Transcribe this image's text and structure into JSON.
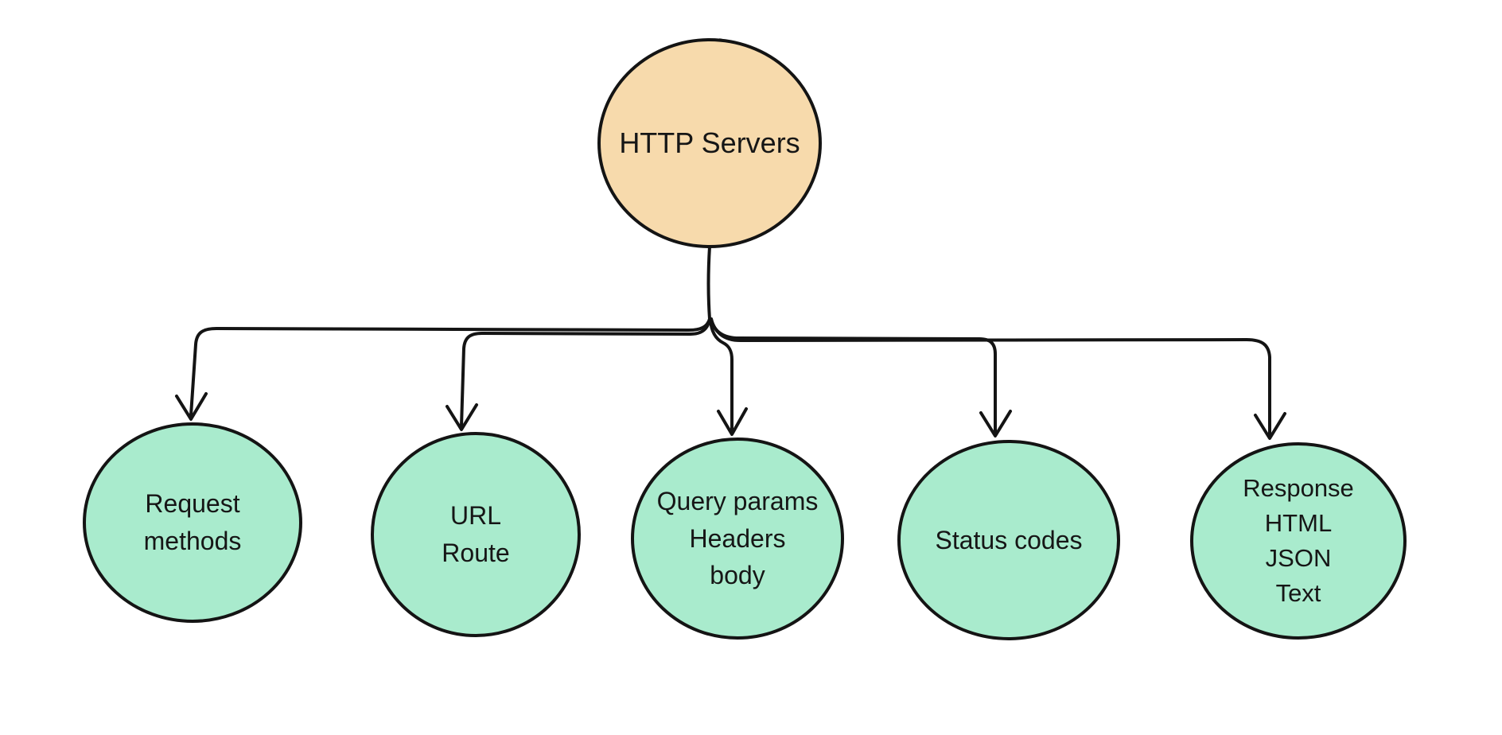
{
  "diagram": {
    "stroke_color": "#141414",
    "root": {
      "label": "HTTP Servers",
      "fill": "#f7daac"
    },
    "children": [
      {
        "name": "request-methods",
        "fill": "#a9ebcd",
        "lines": [
          "Request",
          "methods"
        ]
      },
      {
        "name": "url-route",
        "fill": "#a9ebcd",
        "lines": [
          "URL",
          "Route"
        ]
      },
      {
        "name": "query-params-headers-body",
        "fill": "#a9ebcd",
        "lines": [
          "Query params",
          "Headers",
          "body"
        ]
      },
      {
        "name": "status-codes",
        "fill": "#a9ebcd",
        "lines": [
          "Status codes"
        ]
      },
      {
        "name": "response-formats",
        "fill": "#a9ebcd",
        "lines": [
          "Response",
          "HTML",
          "JSON",
          "Text"
        ]
      }
    ]
  }
}
